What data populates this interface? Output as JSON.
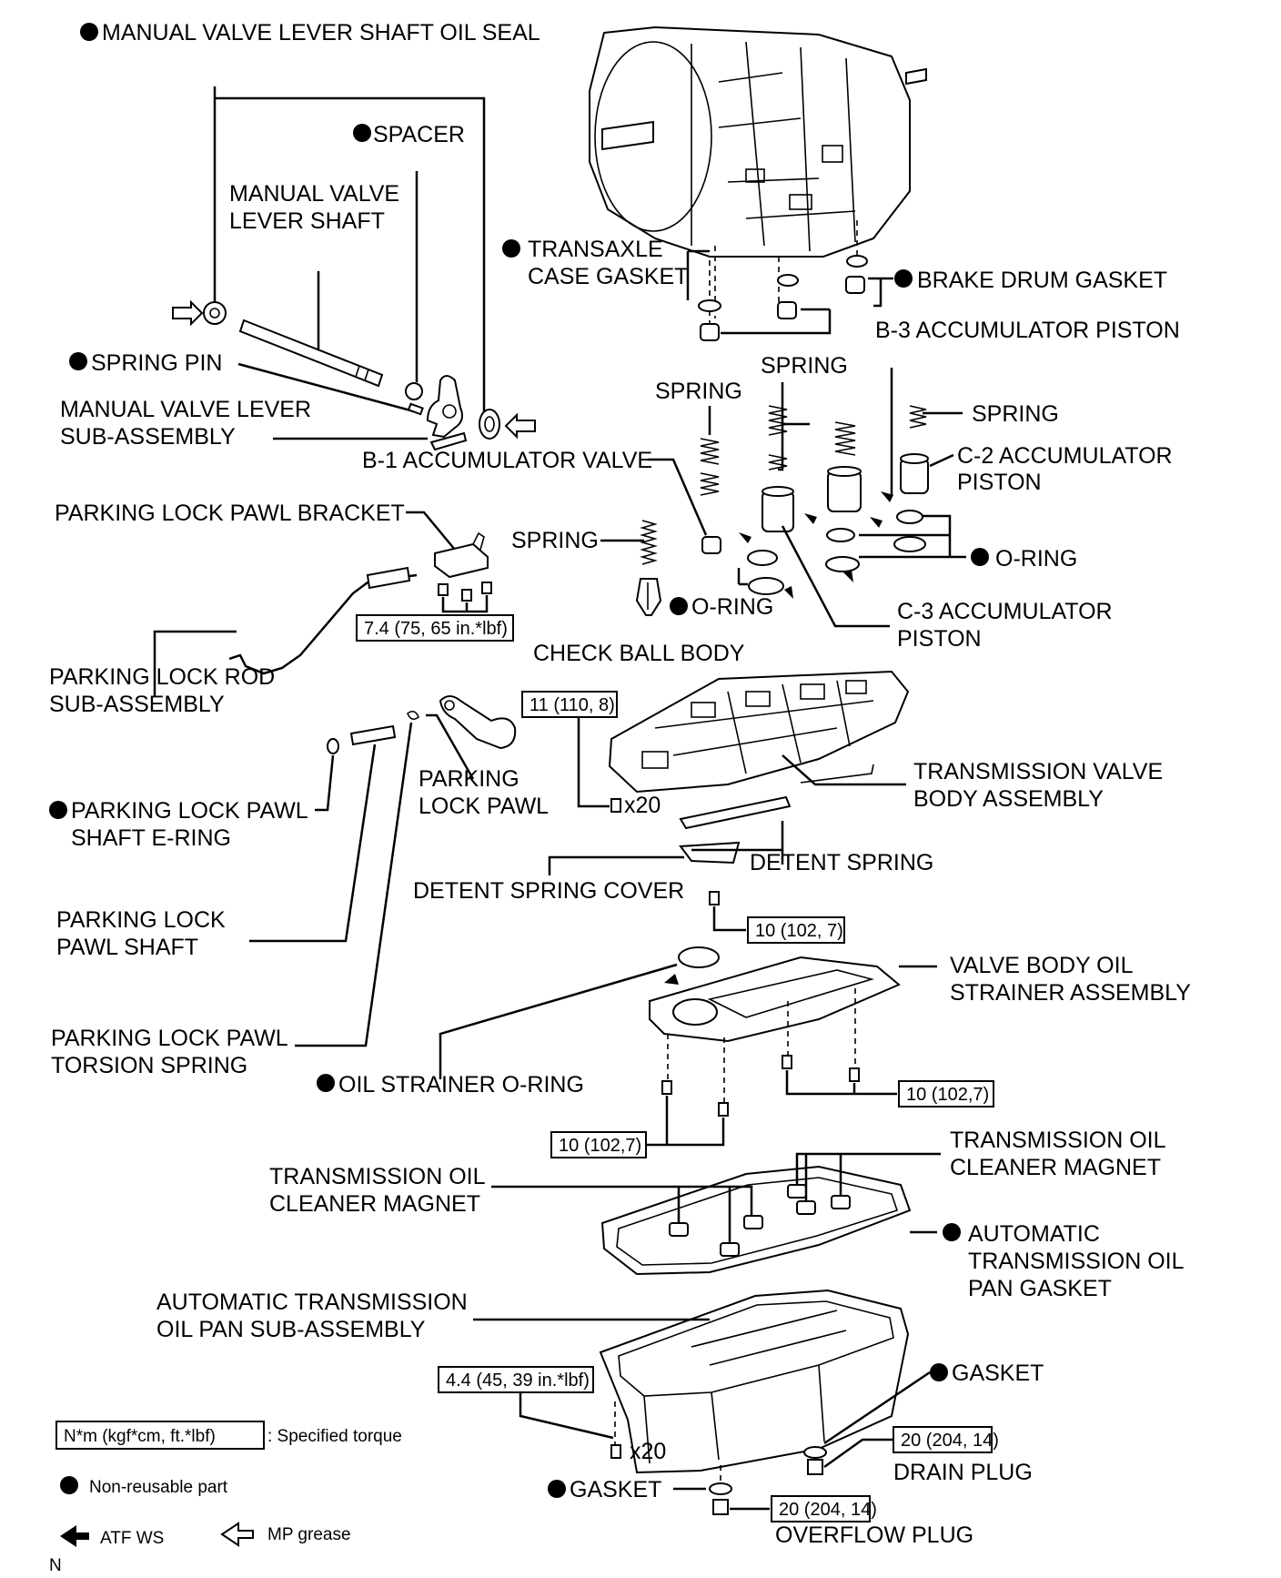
{
  "labels": {
    "manual_valve_lever_shaft_oil_seal": "MANUAL VALVE LEVER SHAFT OIL SEAL",
    "spacer": "SPACER",
    "manual_valve_lever_shaft_1": "MANUAL VALVE",
    "manual_valve_lever_shaft_2": "LEVER SHAFT",
    "spring_pin": "SPRING PIN",
    "manual_valve_lever_sub_1": "MANUAL VALVE LEVER",
    "manual_valve_lever_sub_2": "SUB-ASSEMBLY",
    "transaxle_case_gasket_1": "TRANSAXLE",
    "transaxle_case_gasket_2": "CASE GASKET",
    "brake_drum_gasket": "BRAKE DRUM GASKET",
    "b3_accumulator_piston": "B-3 ACCUMULATOR PISTON",
    "spring_a": "SPRING",
    "spring_b": "SPRING",
    "spring_c": "SPRING",
    "c2_accumulator_piston_1": "C-2 ACCUMULATOR",
    "c2_accumulator_piston_2": "PISTON",
    "b1_accumulator_valve": "B-1 ACCUMULATOR VALVE",
    "parking_lock_pawl_bracket": "PARKING LOCK PAWL BRACKET",
    "spring_d": "SPRING",
    "o_ring_right": "O-RING",
    "o_ring_mid": "O-RING",
    "c3_accumulator_piston_1": "C-3 ACCUMULATOR",
    "c3_accumulator_piston_2": "PISTON",
    "check_ball_body": "CHECK BALL BODY",
    "parking_lock_rod_1": "PARKING LOCK ROD",
    "parking_lock_rod_2": "SUB-ASSEMBLY",
    "transmission_valve_body_1": "TRANSMISSION VALVE",
    "transmission_valve_body_2": "BODY ASSEMBLY",
    "parking_lock_pawl_1": "PARKING",
    "parking_lock_pawl_2": "LOCK PAWL",
    "e_ring_1": "PARKING LOCK PAWL",
    "e_ring_2": "SHAFT E-RING",
    "detent_spring": "DETENT SPRING",
    "detent_spring_cover": "DETENT SPRING COVER",
    "pawl_shaft_1": "PARKING LOCK",
    "pawl_shaft_2": "PAWL SHAFT",
    "strainer_1": "VALVE BODY OIL",
    "strainer_2": "STRAINER ASSEMBLY",
    "torsion_spring_1": "PARKING LOCK PAWL",
    "torsion_spring_2": "TORSION SPRING",
    "oil_strainer_o_ring": "OIL STRAINER O-RING",
    "magnet_right_1": "TRANSMISSION OIL",
    "magnet_right_2": "CLEANER MAGNET",
    "magnet_left_1": "TRANSMISSION OIL",
    "magnet_left_2": "CLEANER MAGNET",
    "pan_gasket_1": "AUTOMATIC",
    "pan_gasket_2": "TRANSMISSION OIL",
    "pan_gasket_3": "PAN GASKET",
    "oil_pan_1": "AUTOMATIC TRANSMISSION",
    "oil_pan_2": "OIL PAN SUB-ASSEMBLY",
    "gasket_right": "GASKET",
    "drain_plug": "DRAIN PLUG",
    "gasket_left": "GASKET",
    "overflow_plug": "OVERFLOW PLUG",
    "x20_a": "x20",
    "x20_b": "x20"
  },
  "torques": {
    "bracket": "7.4 (75, 65 in.*lbf)",
    "valve_body": "11 (110, 8)",
    "detent": "10 (102, 7)",
    "strainer_right": "10 (102,7)",
    "strainer_left": "10 (102,7)",
    "pan": "4.4 (45, 39 in.*lbf)",
    "drain": "20 (204, 14)",
    "overflow": "20 (204, 14)"
  },
  "legend": {
    "torque_box": "N*m (kgf*cm, ft.*lbf)",
    "torque_desc": ": Specified torque",
    "nonreusable": "Non-reusable part",
    "atf": "ATF WS",
    "mp": "MP grease",
    "code": "N"
  }
}
